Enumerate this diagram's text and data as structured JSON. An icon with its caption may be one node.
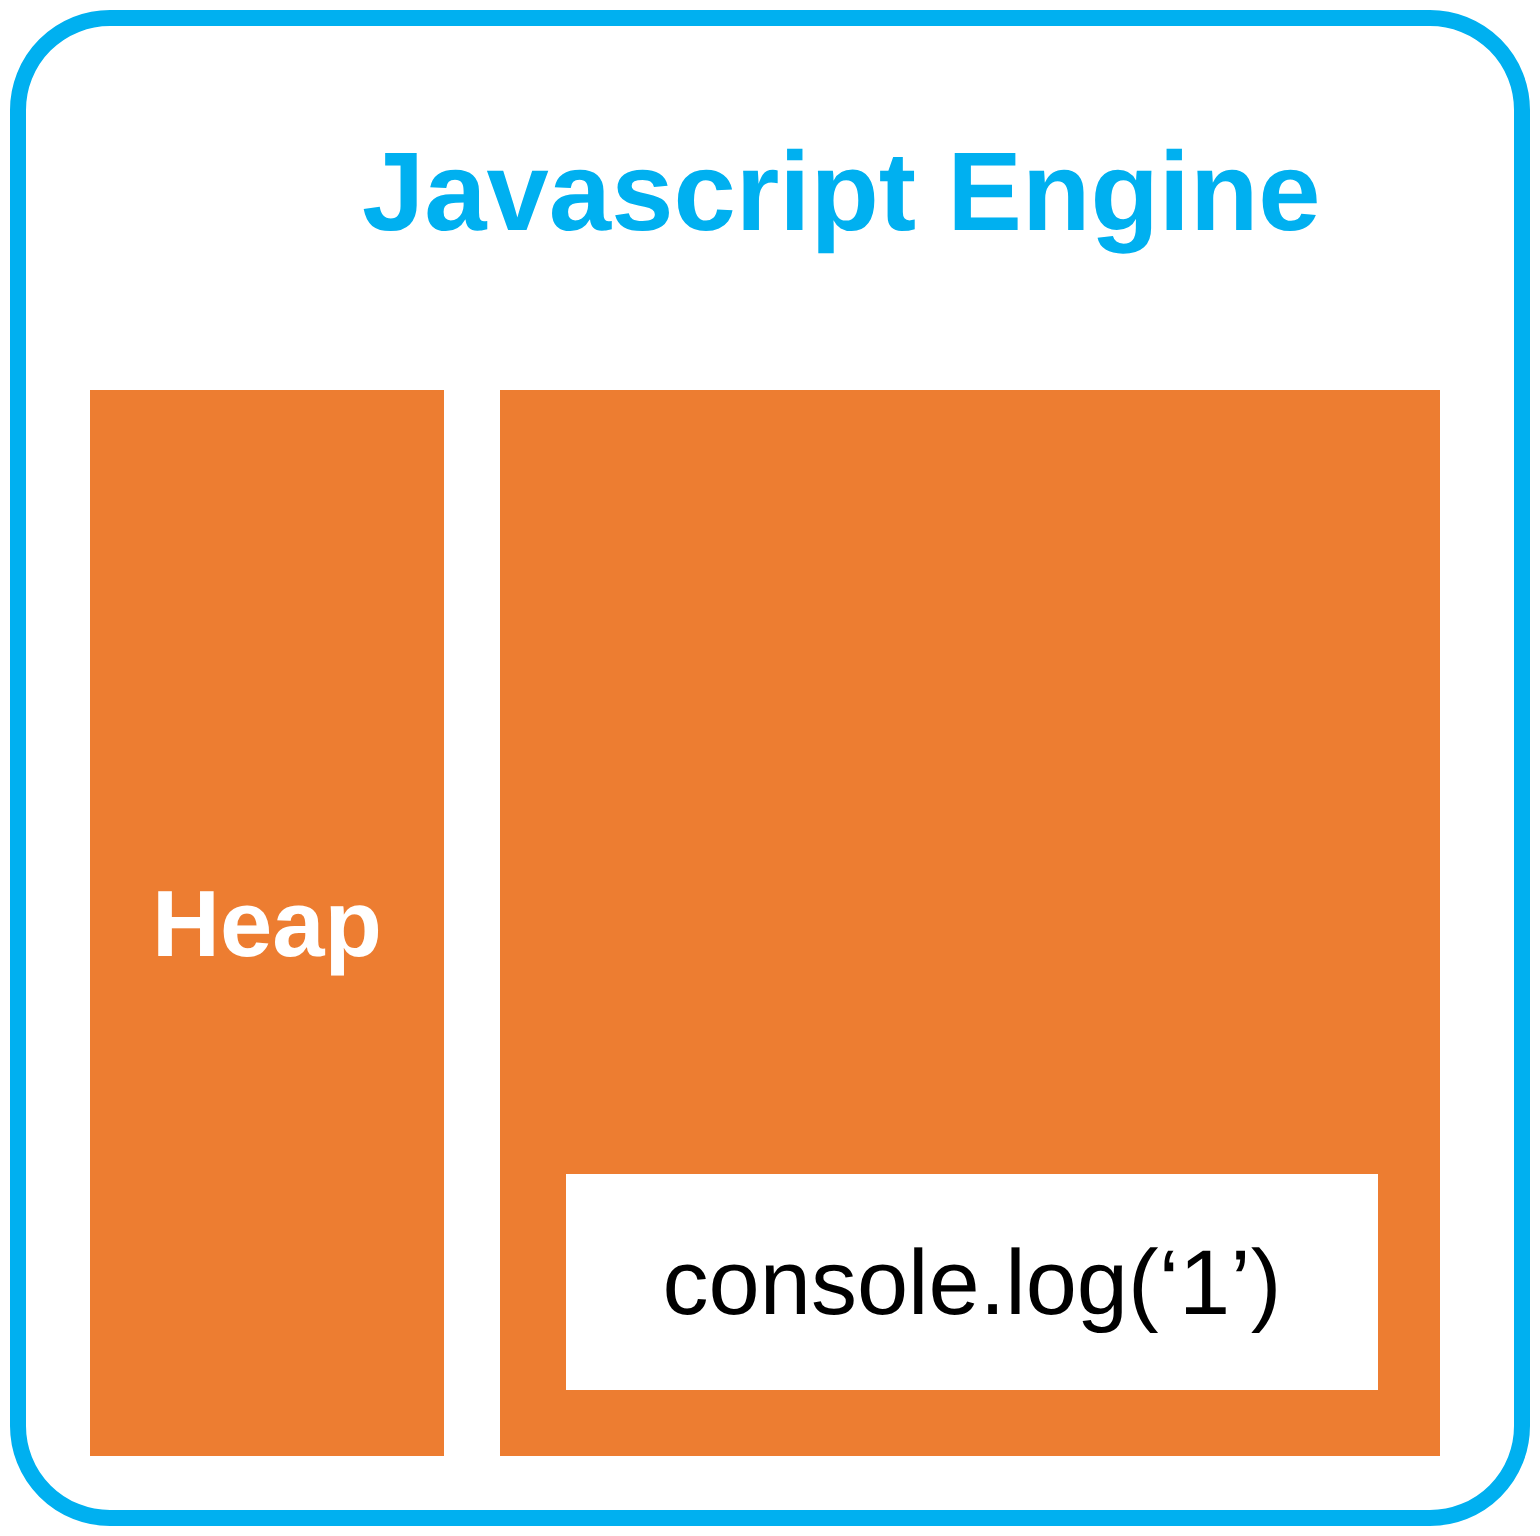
{
  "diagram": {
    "nodes": [
      {
        "text": [
          "Javascript Engine"
        ]
      },
      {
        "text": [
          "Heap"
        ],
        "in": 0
      },
      {
        "text": [],
        "shape": "box",
        "in": 0
      },
      {
        "text": [
          "console.log(‘1’)"
        ],
        "in": 2
      }
    ]
  }
}
